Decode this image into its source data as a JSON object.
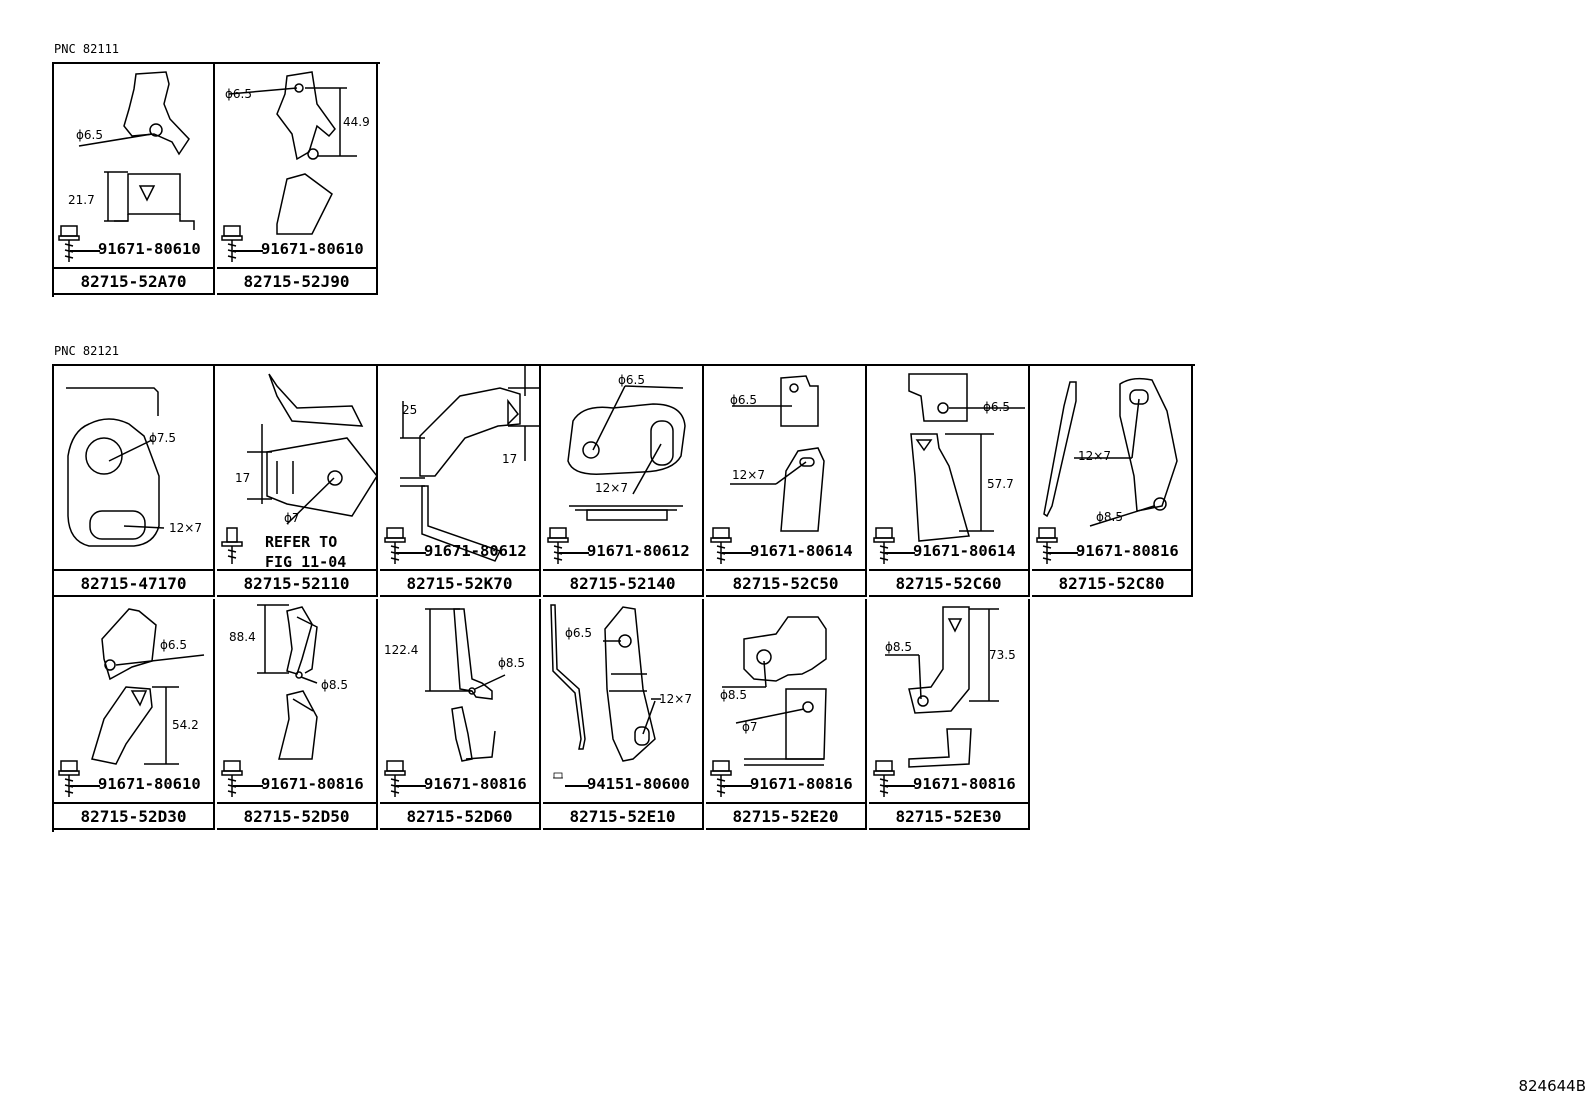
{
  "sections": [
    {
      "pnc": "PNC 82111",
      "cells": [
        {
          "part": "82715-52A70",
          "bolt": "91671-80610",
          "dims": [
            "ϕ6.5",
            "21.7"
          ]
        },
        {
          "part": "82715-52J90",
          "bolt": "91671-80610",
          "dims": [
            "ϕ6.5",
            "44.9"
          ]
        }
      ]
    },
    {
      "pnc": "PNC 82121",
      "cells": [
        {
          "part": "82715-47170",
          "bolt": "",
          "dims": [
            "ϕ7.5",
            "12×7"
          ]
        },
        {
          "part": "82715-52110",
          "bolt": "",
          "refer": "REFER TO\nFIG 11-04",
          "dims": [
            "17",
            "ϕ7"
          ]
        },
        {
          "part": "82715-52K70",
          "bolt": "91671-80612",
          "dims": [
            "25",
            "17"
          ]
        },
        {
          "part": "82715-52140",
          "bolt": "91671-80612",
          "dims": [
            "ϕ6.5",
            "12×7"
          ]
        },
        {
          "part": "82715-52C50",
          "bolt": "91671-80614",
          "dims": [
            "ϕ6.5",
            "12×7"
          ]
        },
        {
          "part": "82715-52C60",
          "bolt": "91671-80614",
          "dims": [
            "ϕ6.5",
            "57.7"
          ]
        },
        {
          "part": "82715-52C80",
          "bolt": "91671-80816",
          "dims": [
            "12×7",
            "ϕ8.5"
          ]
        },
        {
          "part": "82715-52D30",
          "bolt": "91671-80610",
          "dims": [
            "ϕ6.5",
            "54.2"
          ]
        },
        {
          "part": "82715-52D50",
          "bolt": "91671-80816",
          "dims": [
            "88.4",
            "ϕ8.5"
          ]
        },
        {
          "part": "82715-52D60",
          "bolt": "91671-80816",
          "dims": [
            "122.4",
            "ϕ8.5"
          ]
        },
        {
          "part": "82715-52E10",
          "bolt": "94151-80600",
          "dims": [
            "ϕ6.5",
            "12×7"
          ]
        },
        {
          "part": "82715-52E20",
          "bolt": "91671-80816",
          "dims": [
            "ϕ8.5",
            "ϕ7"
          ]
        },
        {
          "part": "82715-52E30",
          "bolt": "91671-80816",
          "dims": [
            "ϕ8.5",
            "73.5"
          ]
        }
      ]
    }
  ],
  "figure_id": "824644B"
}
